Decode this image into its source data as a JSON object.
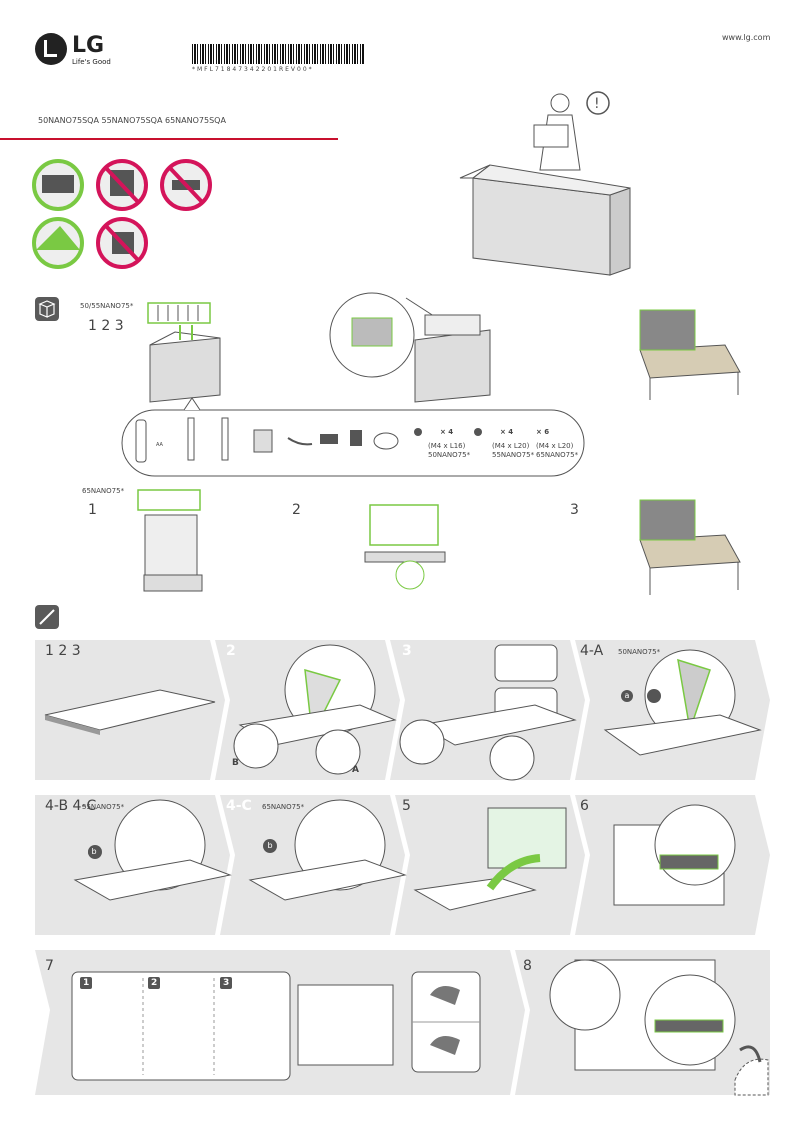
{
  "header": {
    "brand": "LG",
    "tagline": "Life's Good",
    "website": "www.lg.com",
    "barcode_text": "*MFL71847342201REV00*",
    "models": "50NANO75SQA 55NANO75SQA 65NANO75SQA"
  },
  "unpack": {
    "group1_models": "50/55NANO75*",
    "group1_steps": "1 2 3",
    "group2_models": "65NANO75*",
    "step1": "1",
    "step2": "2",
    "step3": "3"
  },
  "accessories": {
    "battery_label": "AA",
    "screw_a_count": "× 4",
    "screw_a_size": "(M4 x L16)",
    "screw_a_model": "50NANO75*",
    "screw_b_count": "× 4",
    "screw_b_size": "(M4 x L20)",
    "screw_b_model": "55NANO75*",
    "screw_c_count": "× 6",
    "screw_c_size": "(M4 x L20)",
    "screw_c_model": "65NANO75*"
  },
  "assembly": {
    "s1": "1 2 3",
    "s2": "2",
    "s3": "3",
    "s4a": "4-A",
    "s4a_model": "50NANO75*",
    "s4b": "4-B 4-C",
    "s4b_model": "55NANO75*",
    "s4c": "4-C",
    "s4c_model": "65NANO75*",
    "s5": "5",
    "s6": "6",
    "s7": "7",
    "s8": "8",
    "label_a": "A",
    "label_b": "B",
    "screw_a_mark": "a",
    "screw_b_mark": "b",
    "sub1": "1",
    "sub2": "2",
    "sub3": "3"
  },
  "colors": {
    "accent_green": "#7ac943",
    "lg_red": "#c8102e",
    "forbid_red": "#d4145a",
    "band": "#e6e6e6"
  }
}
